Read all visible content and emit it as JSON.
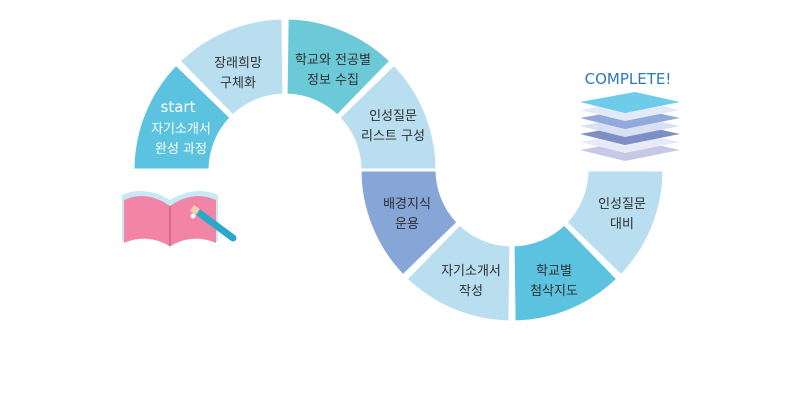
{
  "diagram": {
    "start_label": "start",
    "complete_label": "COMPLETE!",
    "steps": [
      {
        "id": "s1",
        "lines": [
          "자기소개서",
          "완성 과정"
        ],
        "color": "#5bc3df",
        "text": "light"
      },
      {
        "id": "s2",
        "lines": [
          "장래희망",
          "구체화"
        ],
        "color": "#b9def0",
        "text": "dark"
      },
      {
        "id": "s3",
        "lines": [
          "학교와 전공별",
          "정보 수집"
        ],
        "color": "#6ccad8",
        "text": "dark"
      },
      {
        "id": "s4",
        "lines": [
          "인성질문",
          "리스트 구성"
        ],
        "color": "#b9def0",
        "text": "dark"
      },
      {
        "id": "s5",
        "lines": [
          "배경지식",
          "운용"
        ],
        "color": "#86a6d8",
        "text": "dark"
      },
      {
        "id": "s6",
        "lines": [
          "자기소개서",
          "작성"
        ],
        "color": "#b9def0",
        "text": "dark"
      },
      {
        "id": "s7",
        "lines": [
          "학교별",
          "첨삭지도"
        ],
        "color": "#5bc3df",
        "text": "dark"
      },
      {
        "id": "s8",
        "lines": [
          "인성질문",
          "대비"
        ],
        "color": "#b9def0",
        "text": "dark"
      }
    ],
    "icons": [
      "open-book-icon",
      "pencil-icon",
      "stacked-papers-icon"
    ]
  }
}
